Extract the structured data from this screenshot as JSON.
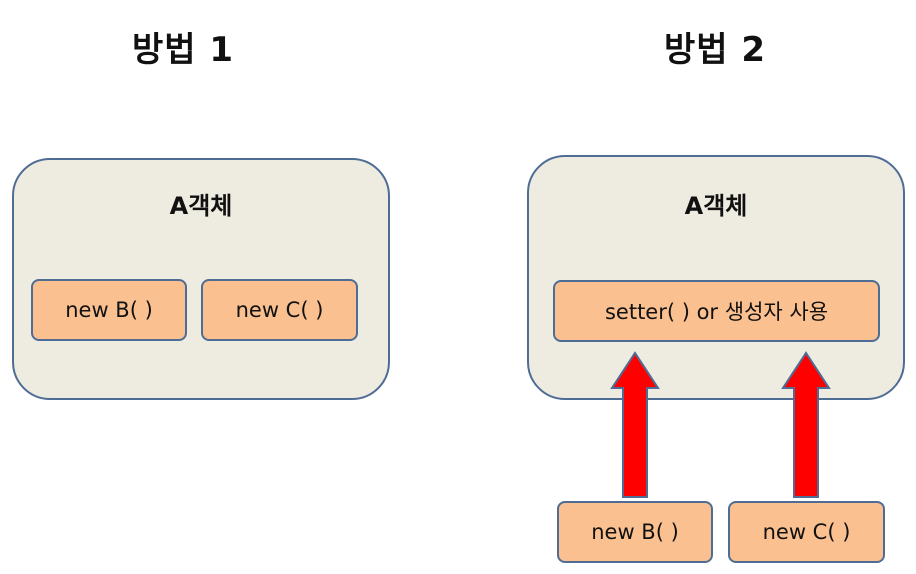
{
  "method1": {
    "heading": "방법 1",
    "container_title": "A객체",
    "boxes": [
      "new B( )",
      "new C( )"
    ]
  },
  "method2": {
    "heading": "방법 2",
    "container_title": "A객체",
    "inner_box": "setter( ) or 생성자 사용",
    "external_boxes": [
      "new B( )",
      "new C( )"
    ]
  },
  "colors": {
    "container_fill": "#eeece1",
    "box_fill": "#fac090",
    "border": "#4f6d94",
    "arrow_fill": "#ff0000"
  }
}
